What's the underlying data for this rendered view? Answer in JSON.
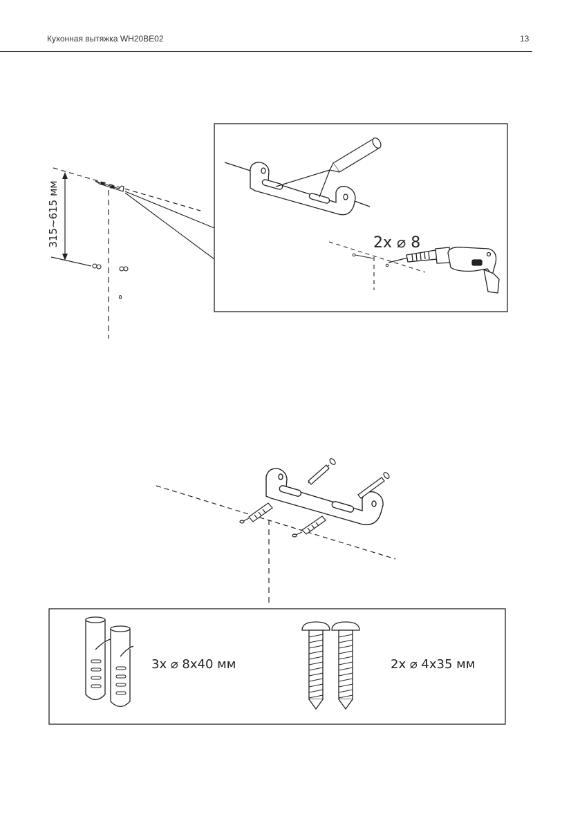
{
  "header": {
    "title": "Кухонная вытяжка WH20BE02",
    "page_number": "13"
  },
  "figure_top": {
    "height_label": "315~615 мм",
    "drill_label": "2x ⌀ 8"
  },
  "figure_bottom": {
    "dowel_label": "3x ⌀ 8x40 мм",
    "screw_label": "2x ⌀ 4x35 мм"
  }
}
